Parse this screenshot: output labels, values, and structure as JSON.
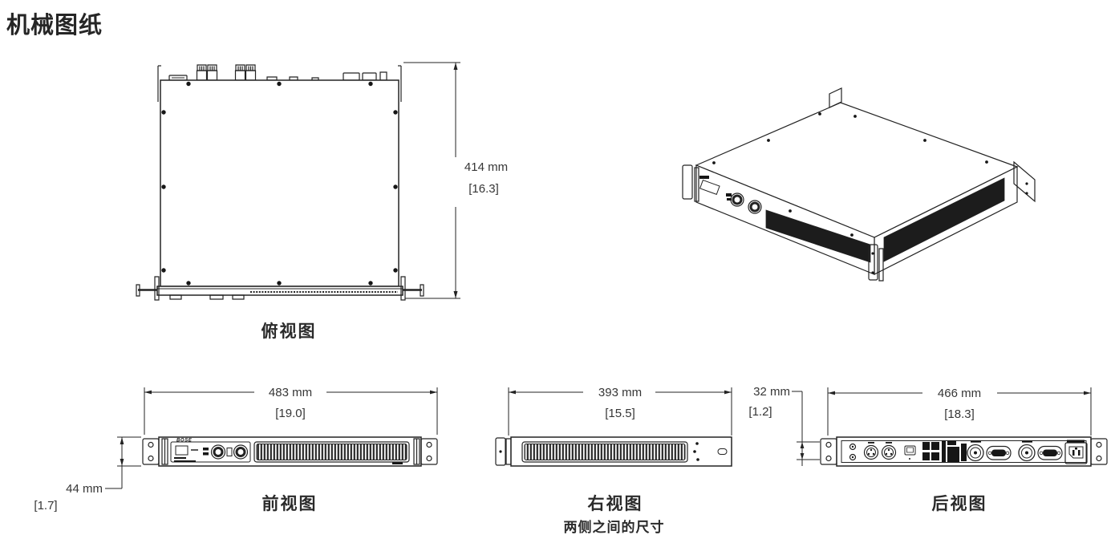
{
  "page": {
    "title": "机械图纸",
    "background": "#ffffff"
  },
  "colors": {
    "line": "#232323",
    "dark_fill": "#1c1c1c",
    "text": "#363636"
  },
  "views": {
    "top": {
      "label": "俯视图",
      "depth_mm": "414 mm",
      "depth_in": "[16.3]"
    },
    "iso": {
      "description_icon": "isometric-product-drawing"
    },
    "front": {
      "label": "前视图",
      "logo": "BOSE",
      "width_mm": "483 mm",
      "width_in": "[19.0]",
      "height_mm": "44 mm",
      "height_in": "[1.7]"
    },
    "right": {
      "label": "右视图",
      "sublabel": "两侧之间的尺寸",
      "depth_mm": "393 mm",
      "depth_in": "[15.5]"
    },
    "rear": {
      "label": "后视图",
      "width_mm": "466 mm",
      "width_in": "[18.3]",
      "ear_mm": "32 mm",
      "ear_in": "[1.2]"
    }
  }
}
